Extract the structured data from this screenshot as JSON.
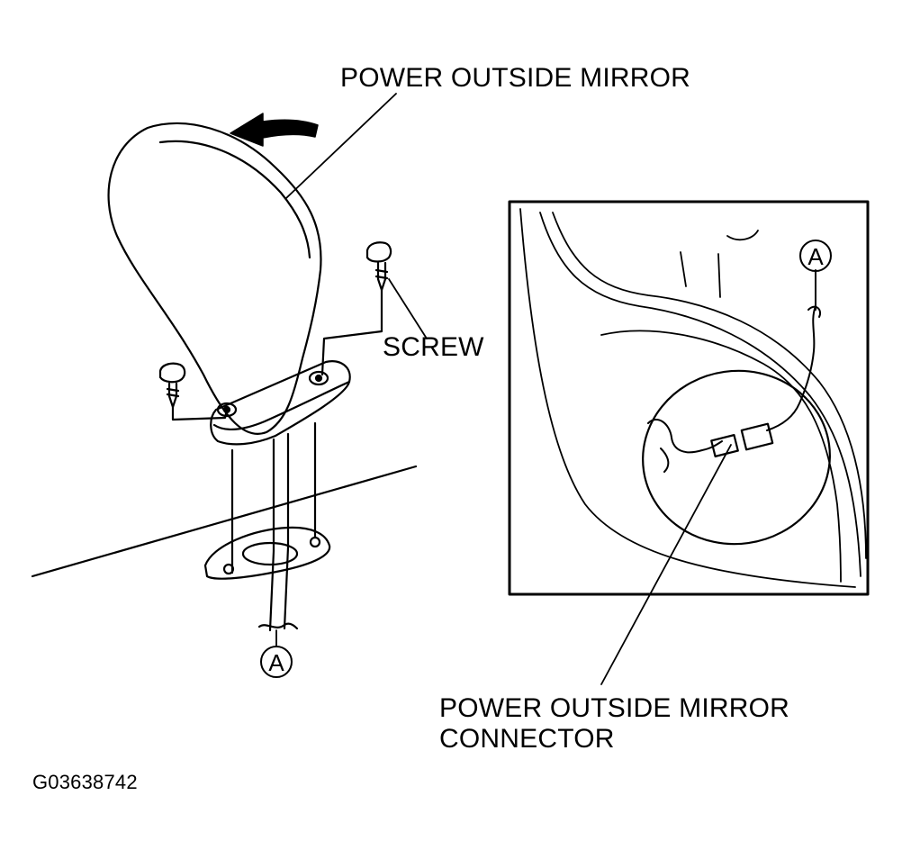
{
  "labels": {
    "power_outside_mirror": "POWER OUTSIDE MIRROR",
    "screw": "SCREW",
    "connector_line1": "POWER OUTSIDE MIRROR",
    "connector_line2": "CONNECTOR",
    "figure_id": "G03638742"
  },
  "markers": {
    "ref_a_left": "A",
    "ref_a_inset": "A"
  },
  "colors": {
    "ink": "#000000",
    "background": "#ffffff"
  }
}
